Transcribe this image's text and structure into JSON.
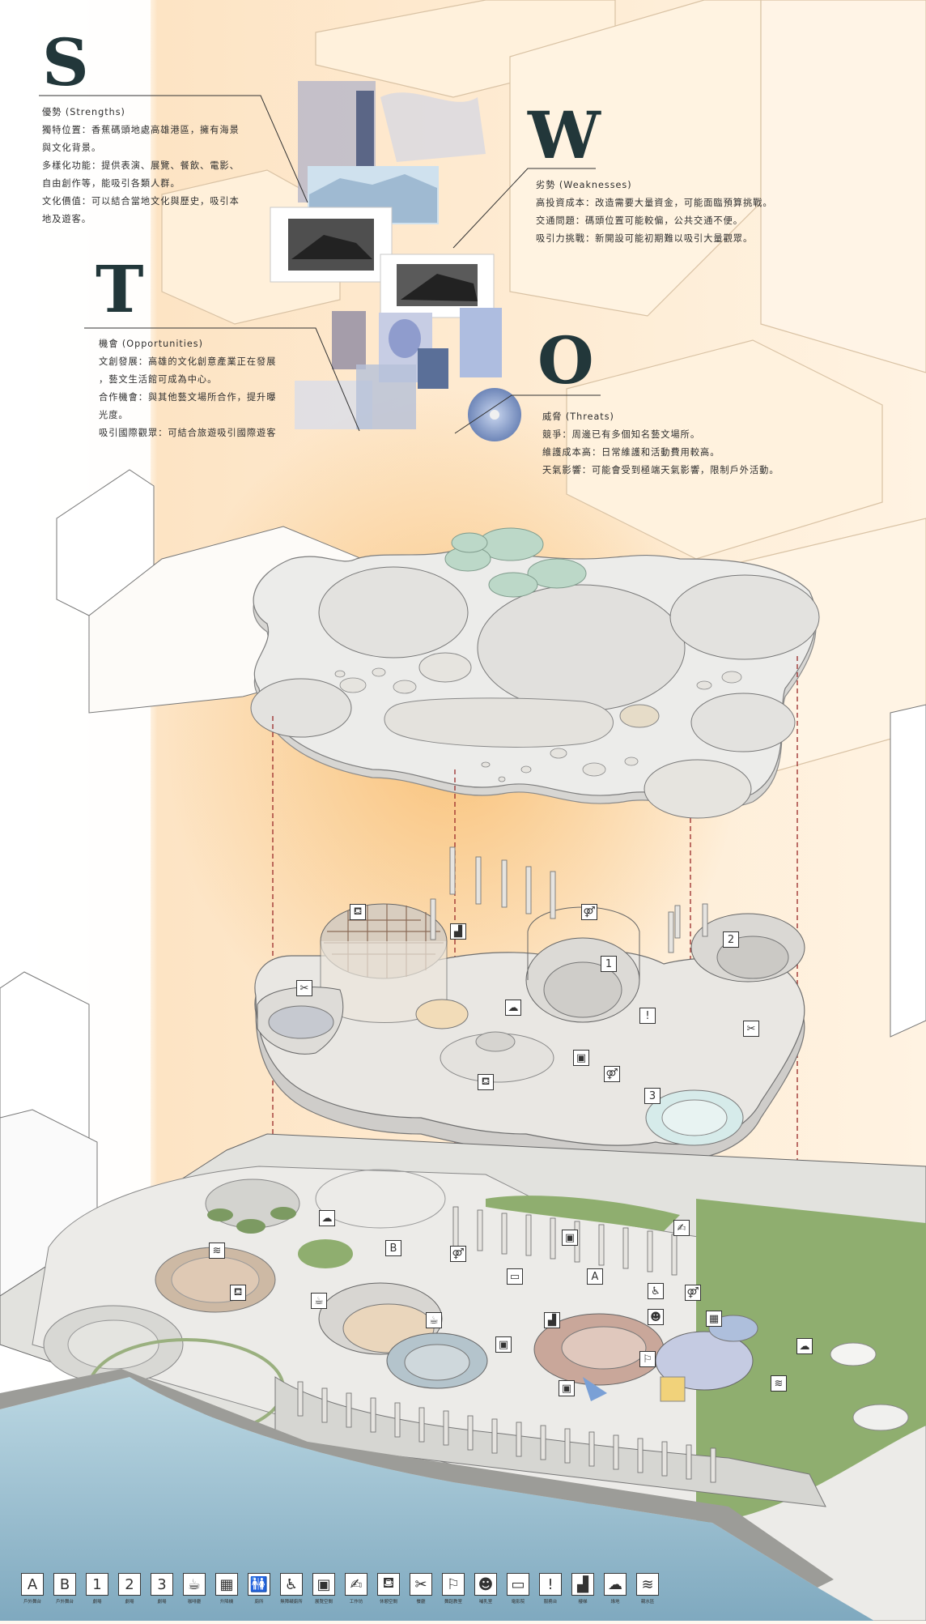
{
  "swot": {
    "s": {
      "letter": "S",
      "heading": "優勢 (Strengths)",
      "lines": [
        "獨特位置：香蕉碼頭地處高雄港區，擁有海景",
        "與文化背景。",
        "多樣化功能：提供表演、展覽、餐飲、電影、",
        "自由創作等，能吸引各類人群。",
        "文化價值：可以結合當地文化與歷史，吸引本",
        "地及遊客。"
      ]
    },
    "w": {
      "letter": "W",
      "heading": "劣勢 (Weaknesses)",
      "lines": [
        "高投資成本：改造需要大量資金，可能面臨預算挑戰。",
        "交通問題：碼頭位置可能較偏，公共交通不便。",
        "吸引力挑戰：新開設可能初期難以吸引大量觀眾。"
      ]
    },
    "t": {
      "letter": "T",
      "heading": "機會 (Opportunities)",
      "lines": [
        "文創發展：高雄的文化創意產業正在發展",
        "，藝文生活館可成為中心。",
        "合作機會：與其他藝文場所合作，提升曝",
        "光度。",
        "吸引國際觀眾：可結合旅遊吸引國際遊客"
      ]
    },
    "o": {
      "letter": "O",
      "heading": "威脅 (Threats)",
      "lines": [
        "競爭：周邊已有多個知名藝文場所。",
        "維護成本高：日常維護和活動費用較高。",
        "天氣影響：可能會受到極端天氣影響，限制戶外活動。"
      ]
    }
  },
  "plan_markers": [
    "1",
    "2",
    "3",
    "A",
    "B"
  ],
  "legend": [
    {
      "symbol": "A",
      "icon": "letter-a-icon",
      "caption": "戶外舞台"
    },
    {
      "symbol": "B",
      "icon": "letter-b-icon",
      "caption": "戶外舞台"
    },
    {
      "symbol": "1",
      "icon": "number-1-icon",
      "caption": "劇場"
    },
    {
      "symbol": "2",
      "icon": "number-2-icon",
      "caption": "劇場"
    },
    {
      "symbol": "3",
      "icon": "number-3-icon",
      "caption": "劇場"
    },
    {
      "symbol": "☕",
      "icon": "coffee-icon",
      "caption": "咖啡廳"
    },
    {
      "symbol": "▦",
      "icon": "elevator-icon",
      "caption": "升降機"
    },
    {
      "symbol": "🚻",
      "icon": "restroom-icon",
      "caption": "廁所"
    },
    {
      "symbol": "♿",
      "icon": "accessible-toilet-icon",
      "caption": "無障礙廁所"
    },
    {
      "symbol": "▣",
      "icon": "gallery-icon",
      "caption": "展覽空間"
    },
    {
      "symbol": "✍",
      "icon": "workshop-icon",
      "caption": "工作坊"
    },
    {
      "symbol": "⛾",
      "icon": "lounge-chair-icon",
      "caption": "休憩空間"
    },
    {
      "symbol": "✂",
      "icon": "dining-icon",
      "caption": "餐廳"
    },
    {
      "symbol": "⚐",
      "icon": "dance-icon",
      "caption": "舞蹈教室"
    },
    {
      "symbol": "☻",
      "icon": "nursing-room-icon",
      "caption": "哺乳室"
    },
    {
      "symbol": "▭",
      "icon": "cinema-icon",
      "caption": "電影院"
    },
    {
      "symbol": "!",
      "icon": "info-icon",
      "caption": "服務台"
    },
    {
      "symbol": "▟",
      "icon": "stairs-icon",
      "caption": "樓梯"
    },
    {
      "symbol": "☁",
      "icon": "tree-icon",
      "caption": "綠地"
    },
    {
      "symbol": "≋",
      "icon": "water-icon",
      "caption": "親水區"
    }
  ]
}
